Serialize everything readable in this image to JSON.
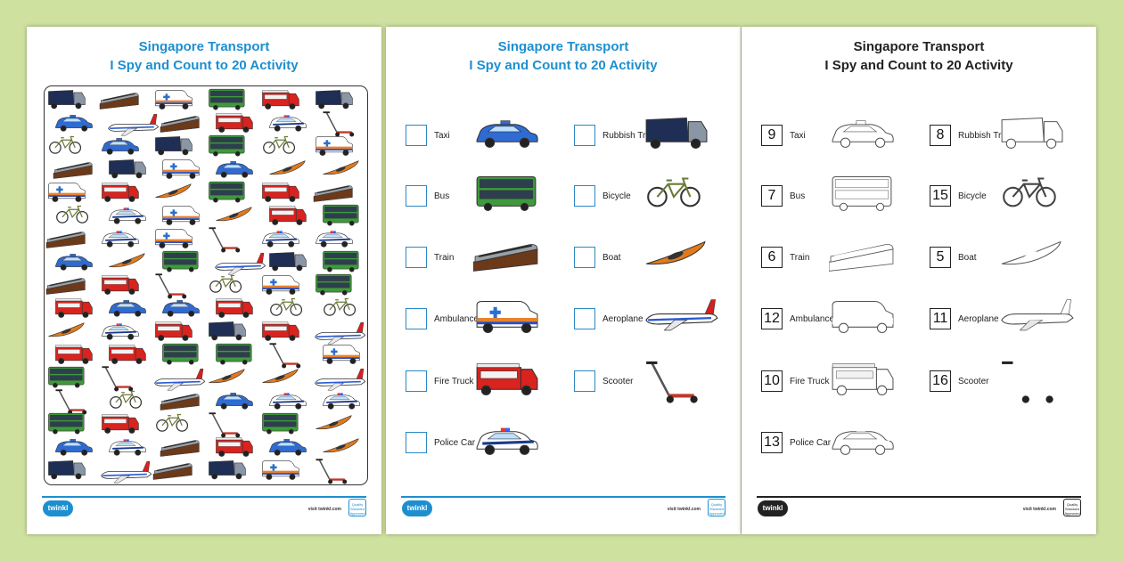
{
  "title_line1": "Singapore Transport",
  "title_line2": "I Spy and Count to 20 Activity",
  "footer": {
    "logo": "twinkl",
    "site": "visit twinkl.com",
    "badge": "Quality Standard Approved"
  },
  "colors": {
    "background": "#cfe19f",
    "accent_blue": "#1d8fd0",
    "box_blue": "#2b88c4"
  },
  "left_column": [
    {
      "label": "Taxi",
      "count": "9"
    },
    {
      "label": "Bus",
      "count": "7"
    },
    {
      "label": "Train",
      "count": "6"
    },
    {
      "label": "Ambulance",
      "count": "12"
    },
    {
      "label": "Fire Truck",
      "count": "10"
    },
    {
      "label": "Police Car",
      "count": "13"
    }
  ],
  "right_column": [
    {
      "label": "Rubbish Truck",
      "count": "8"
    },
    {
      "label": "Bicycle",
      "count": "15"
    },
    {
      "label": "Boat",
      "count": "5"
    },
    {
      "label": "Aeroplane",
      "count": "11"
    },
    {
      "label": "Scooter",
      "count": "16"
    }
  ]
}
